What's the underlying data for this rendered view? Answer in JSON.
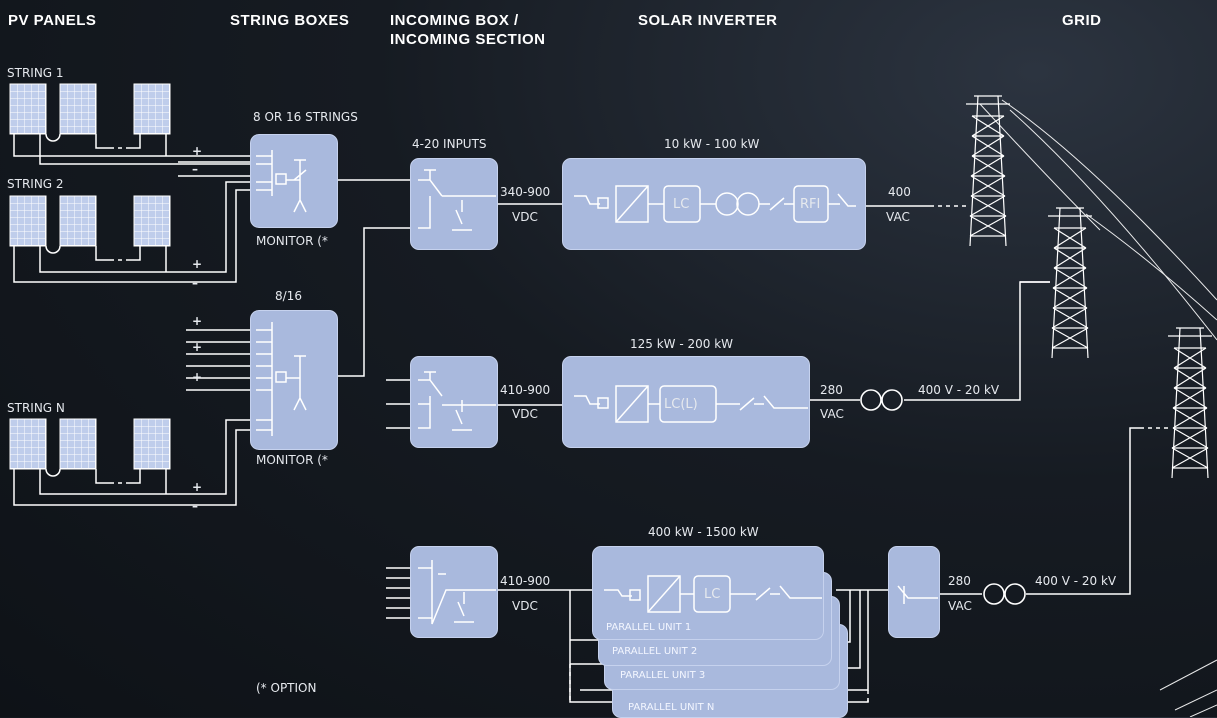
{
  "headers": {
    "pv_panels": "PV PANELS",
    "string_boxes": "STRING BOXES",
    "incoming": "INCOMING BOX /\nINCOMING SECTION",
    "solar_inverter": "SOLAR INVERTER",
    "grid": "GRID"
  },
  "strings": {
    "string1": "STRING 1",
    "string2": "STRING 2",
    "stringN": "STRING N"
  },
  "string_boxes": {
    "top_label": "8 OR 16 STRINGS",
    "bottom_label": "8/16",
    "monitor_top": "MONITOR (*",
    "monitor_bottom": "MONITOR (*"
  },
  "incoming": {
    "inputs": "4-20 INPUTS",
    "v1": "340-900",
    "v2": "410-900",
    "v3": "410-900",
    "vdc": "VDC"
  },
  "inverters": {
    "range1": "10 kW - 100 kW",
    "range2": "125 kW - 200 kW",
    "range3": "400 kW - 1500 kW",
    "lc": "LC",
    "lcl": "LC(L)",
    "rfi": "RFI",
    "parallel_units": [
      "PARALLEL UNIT 1",
      "PARALLEL UNIT 2",
      "PARALLEL UNIT 3",
      "PARALLEL UNIT N"
    ]
  },
  "outputs": {
    "v1": "400",
    "v2": "280",
    "v3": "280",
    "vac": "VAC",
    "mv2": "400 V - 20 kV",
    "mv3": "400 V - 20 kV"
  },
  "signs": {
    "plus": "+",
    "minus": "–"
  },
  "footnote": "(* OPTION",
  "colors": {
    "box": "#a9b9dd",
    "wire": "#ffffff",
    "background": "#161b22"
  }
}
